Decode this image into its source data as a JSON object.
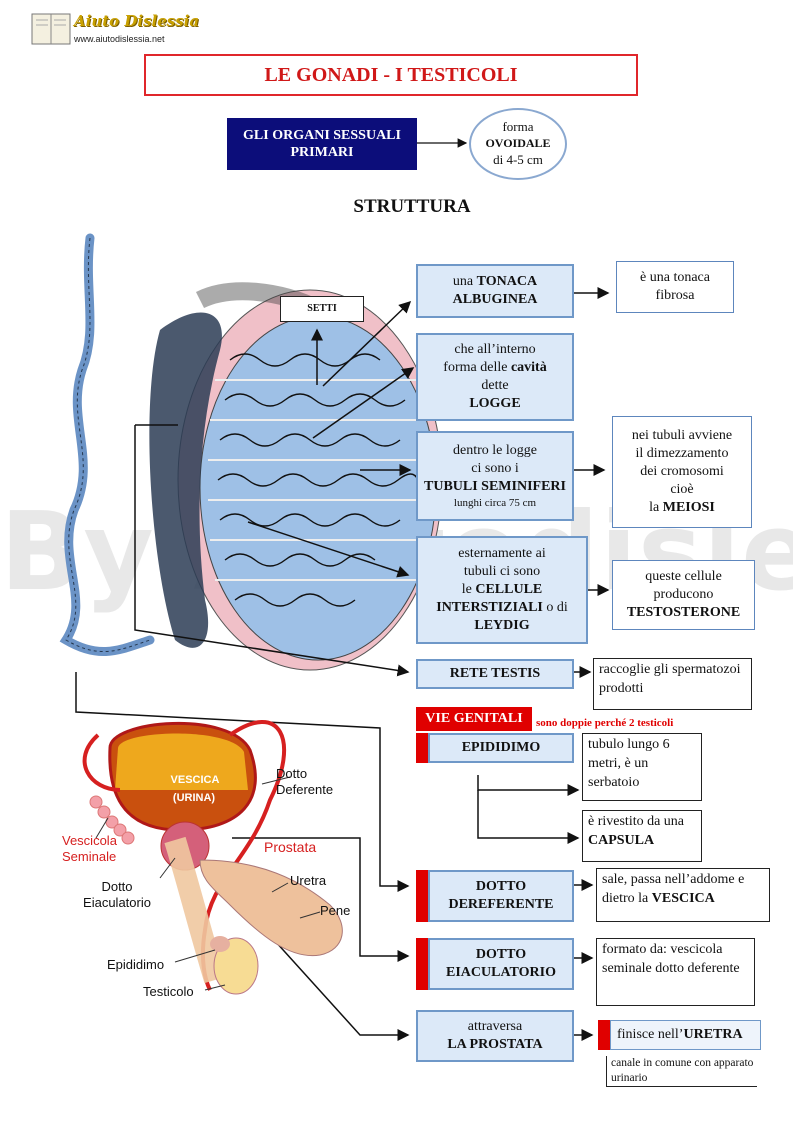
{
  "header": {
    "logo_text": "Aiuto Dislessia",
    "logo_url": "www.aiutodislessia.net"
  },
  "title": "LE GONADI  -  I TESTICOLI",
  "intro": {
    "primary_label": "GLI ORGANI SESSUALI PRIMARI",
    "shape_line1": "forma",
    "shape_line2": "OVOIDALE",
    "shape_line3": "di 4-5 cm"
  },
  "section_heading": "STRUTTURA",
  "diagram_labels": {
    "setti": "SETTI",
    "vescica": "VESCICA",
    "urina": "(URINA)",
    "dotto_deferente": "Dotto Deferente",
    "vescicola_seminale": "Vescicola Seminale",
    "prostata": "Prostata",
    "dotto_eiaculatorio": "Dotto Eiaculatorio",
    "uretra": "Uretra",
    "pene": "Pene",
    "epididimo": "Epididimo",
    "testicolo": "Testicolo"
  },
  "structure": {
    "tonaca": {
      "pre": "una ",
      "bold1": "TONACA",
      "bold2": "ALBUGINEA"
    },
    "tonaca_note": "è una tonaca fibrosa",
    "logge": {
      "l1": "che all’interno",
      "l2a": "forma delle ",
      "l2b": "cavità",
      "l3": "dette",
      "l4": "LOGGE"
    },
    "tubuli": {
      "l1": "dentro le logge",
      "l2": "ci sono i",
      "l3": "TUBULI SEMINIFERI",
      "l4": "lunghi circa 75 cm"
    },
    "tubuli_note": {
      "l1": "nei tubuli avviene",
      "l2": "il dimezzamento",
      "l3": "dei cromosomi",
      "l4": "cioè",
      "l5a": "la ",
      "l5b": "MEIOSI"
    },
    "cellule": {
      "l1": "esternamente ai",
      "l2": "tubuli ci sono",
      "l3a": "le ",
      "l3b": "CELLULE",
      "l4a": "INTERSTIZIALI",
      "l4b": " o di",
      "l5": "LEYDIG"
    },
    "cellule_note": {
      "l1": "queste cellule",
      "l2": "producono",
      "l3": "TESTOSTERONE"
    },
    "rete": "RETE TESTIS",
    "rete_note": "raccoglie gli spermatozoi prodotti"
  },
  "vie": {
    "heading": "VIE GENITALI",
    "note": "sono doppie perché 2 testicoli",
    "epididimo": "EPIDIDIMO",
    "epididimo_note1": "tubulo lungo 6 metri, è un serbatoio",
    "epididimo_note2a": "è rivestito da una ",
    "epididimo_note2b": "CAPSULA",
    "deferente1": "DOTTO",
    "deferente2": "DEREFERENTE",
    "deferente_note_a": "sale, passa nell’addome e dietro la ",
    "deferente_note_b": "VESCICA",
    "eiaculatorio1": "DOTTO",
    "eiaculatorio2": "EIACULATORIO",
    "eiaculatorio_note": "formato da: vescicola seminale dotto deferente",
    "prostata1": "attraversa",
    "prostata2": "LA PROSTATA",
    "uretra_a": "finisce nell’",
    "uretra_b": "URETRA",
    "uretra_note": "canale in comune con apparato urinario"
  },
  "watermark": "By Aiutodislessia.net",
  "colors": {
    "title_red": "#e0262b",
    "navy": "#0c0d7a",
    "box_blue": "#dce9f8",
    "tag_red": "#e00000"
  }
}
